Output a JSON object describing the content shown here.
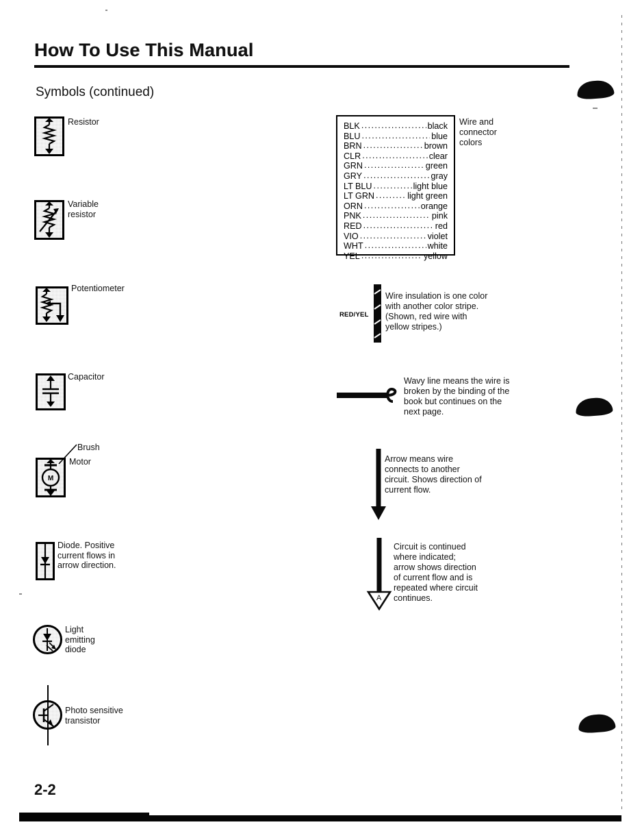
{
  "header": {
    "title": "How To Use This Manual",
    "section": "Symbols (continued)"
  },
  "symbols": [
    {
      "name": "resistor",
      "label": "Resistor"
    },
    {
      "name": "variable-resistor",
      "label": "Variable\nresistor"
    },
    {
      "name": "potentiometer",
      "label": "Potentiometer"
    },
    {
      "name": "capacitor",
      "label": "Capacitor"
    },
    {
      "name": "motor",
      "label": "Motor",
      "callout": "Brush",
      "inner_text": "M"
    },
    {
      "name": "diode",
      "label": "Diode. Positive\ncurrent flows in\narrow direction."
    },
    {
      "name": "light-emitting-diode",
      "label": "Light\nemitting\ndiode"
    },
    {
      "name": "photo-sensitive-transistor",
      "label": "Photo sensitive\ntransistor"
    }
  ],
  "color_table": {
    "caption": "Wire and\nconnector\ncolors",
    "rows": [
      {
        "abbr": "BLK",
        "name": "black"
      },
      {
        "abbr": "BLU",
        "name": "blue"
      },
      {
        "abbr": "BRN",
        "name": "brown"
      },
      {
        "abbr": "CLR",
        "name": "clear"
      },
      {
        "abbr": "GRN",
        "name": "green"
      },
      {
        "abbr": "GRY",
        "name": "gray"
      },
      {
        "abbr": "LT BLU",
        "name": "light blue"
      },
      {
        "abbr": "LT GRN",
        "name": "light green"
      },
      {
        "abbr": "ORN",
        "name": "orange"
      },
      {
        "abbr": "PNK",
        "name": "pink"
      },
      {
        "abbr": "RED",
        "name": "red"
      },
      {
        "abbr": "VIO",
        "name": "violet"
      },
      {
        "abbr": "WHT",
        "name": "white"
      },
      {
        "abbr": "YEL",
        "name": "yellow"
      }
    ]
  },
  "notes": {
    "stripe_wire": {
      "wire_label": "RED/YEL",
      "text": "Wire insulation is one color\nwith another color stripe.\n(Shown, red wire with\nyellow stripes.)"
    },
    "wavy_line": {
      "text": "Wavy line means the wire is\nbroken by the binding of the\nbook but continues on the\nnext page."
    },
    "arrow": {
      "text": "Arrow means wire\nconnects to another\ncircuit. Shows direction of\ncurrent flow."
    },
    "continuation": {
      "marker": "A",
      "text": "Circuit is continued\nwhere indicated;\narrow shows direction\nof current flow and is\nrepeated where circuit\ncontinues."
    }
  },
  "footer": {
    "page_number": "2-2"
  }
}
